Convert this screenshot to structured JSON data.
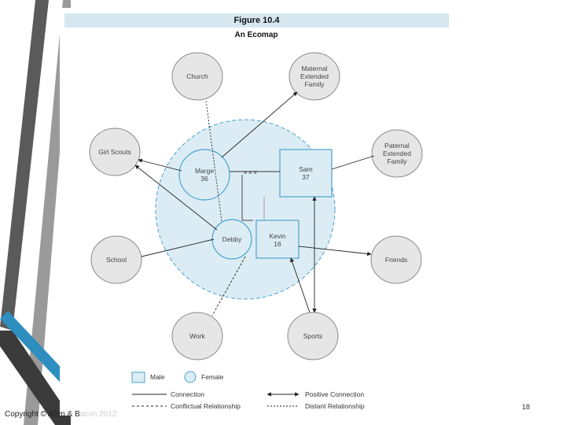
{
  "figure": {
    "number": "Figure 10.4",
    "title": "An Ecomap"
  },
  "outer_nodes": {
    "church": "Church",
    "maternal": "Maternal\nExtended\nFamily",
    "girl_scouts": "Girl Scouts",
    "paternal": "Paternal\nExtended\nFamily",
    "school": "School",
    "friends": "Friends",
    "work": "Work",
    "sports": "Sports"
  },
  "family": {
    "marge": "Marge\n36",
    "sam": "Sam\n37",
    "debby": "Debby",
    "kevin": "Kevin\n16"
  },
  "legend": {
    "male": "Male",
    "female": "Female",
    "connection": "Connection",
    "conflictual": "Conflictual Relationship",
    "positive": "Positive Connection",
    "distant": "Distant Relationship"
  },
  "footer": {
    "copyright_main": "Copyright © Allyn & B",
    "copyright_faded": "acon 2012",
    "page_number": "18"
  },
  "colors": {
    "circle_fill": "#dcecf4",
    "circle_stroke": "#4aa3cf",
    "node_fill": "#e6e6e6",
    "node_stroke": "#8a8a8a",
    "header_fill": "#d6e7f0"
  }
}
